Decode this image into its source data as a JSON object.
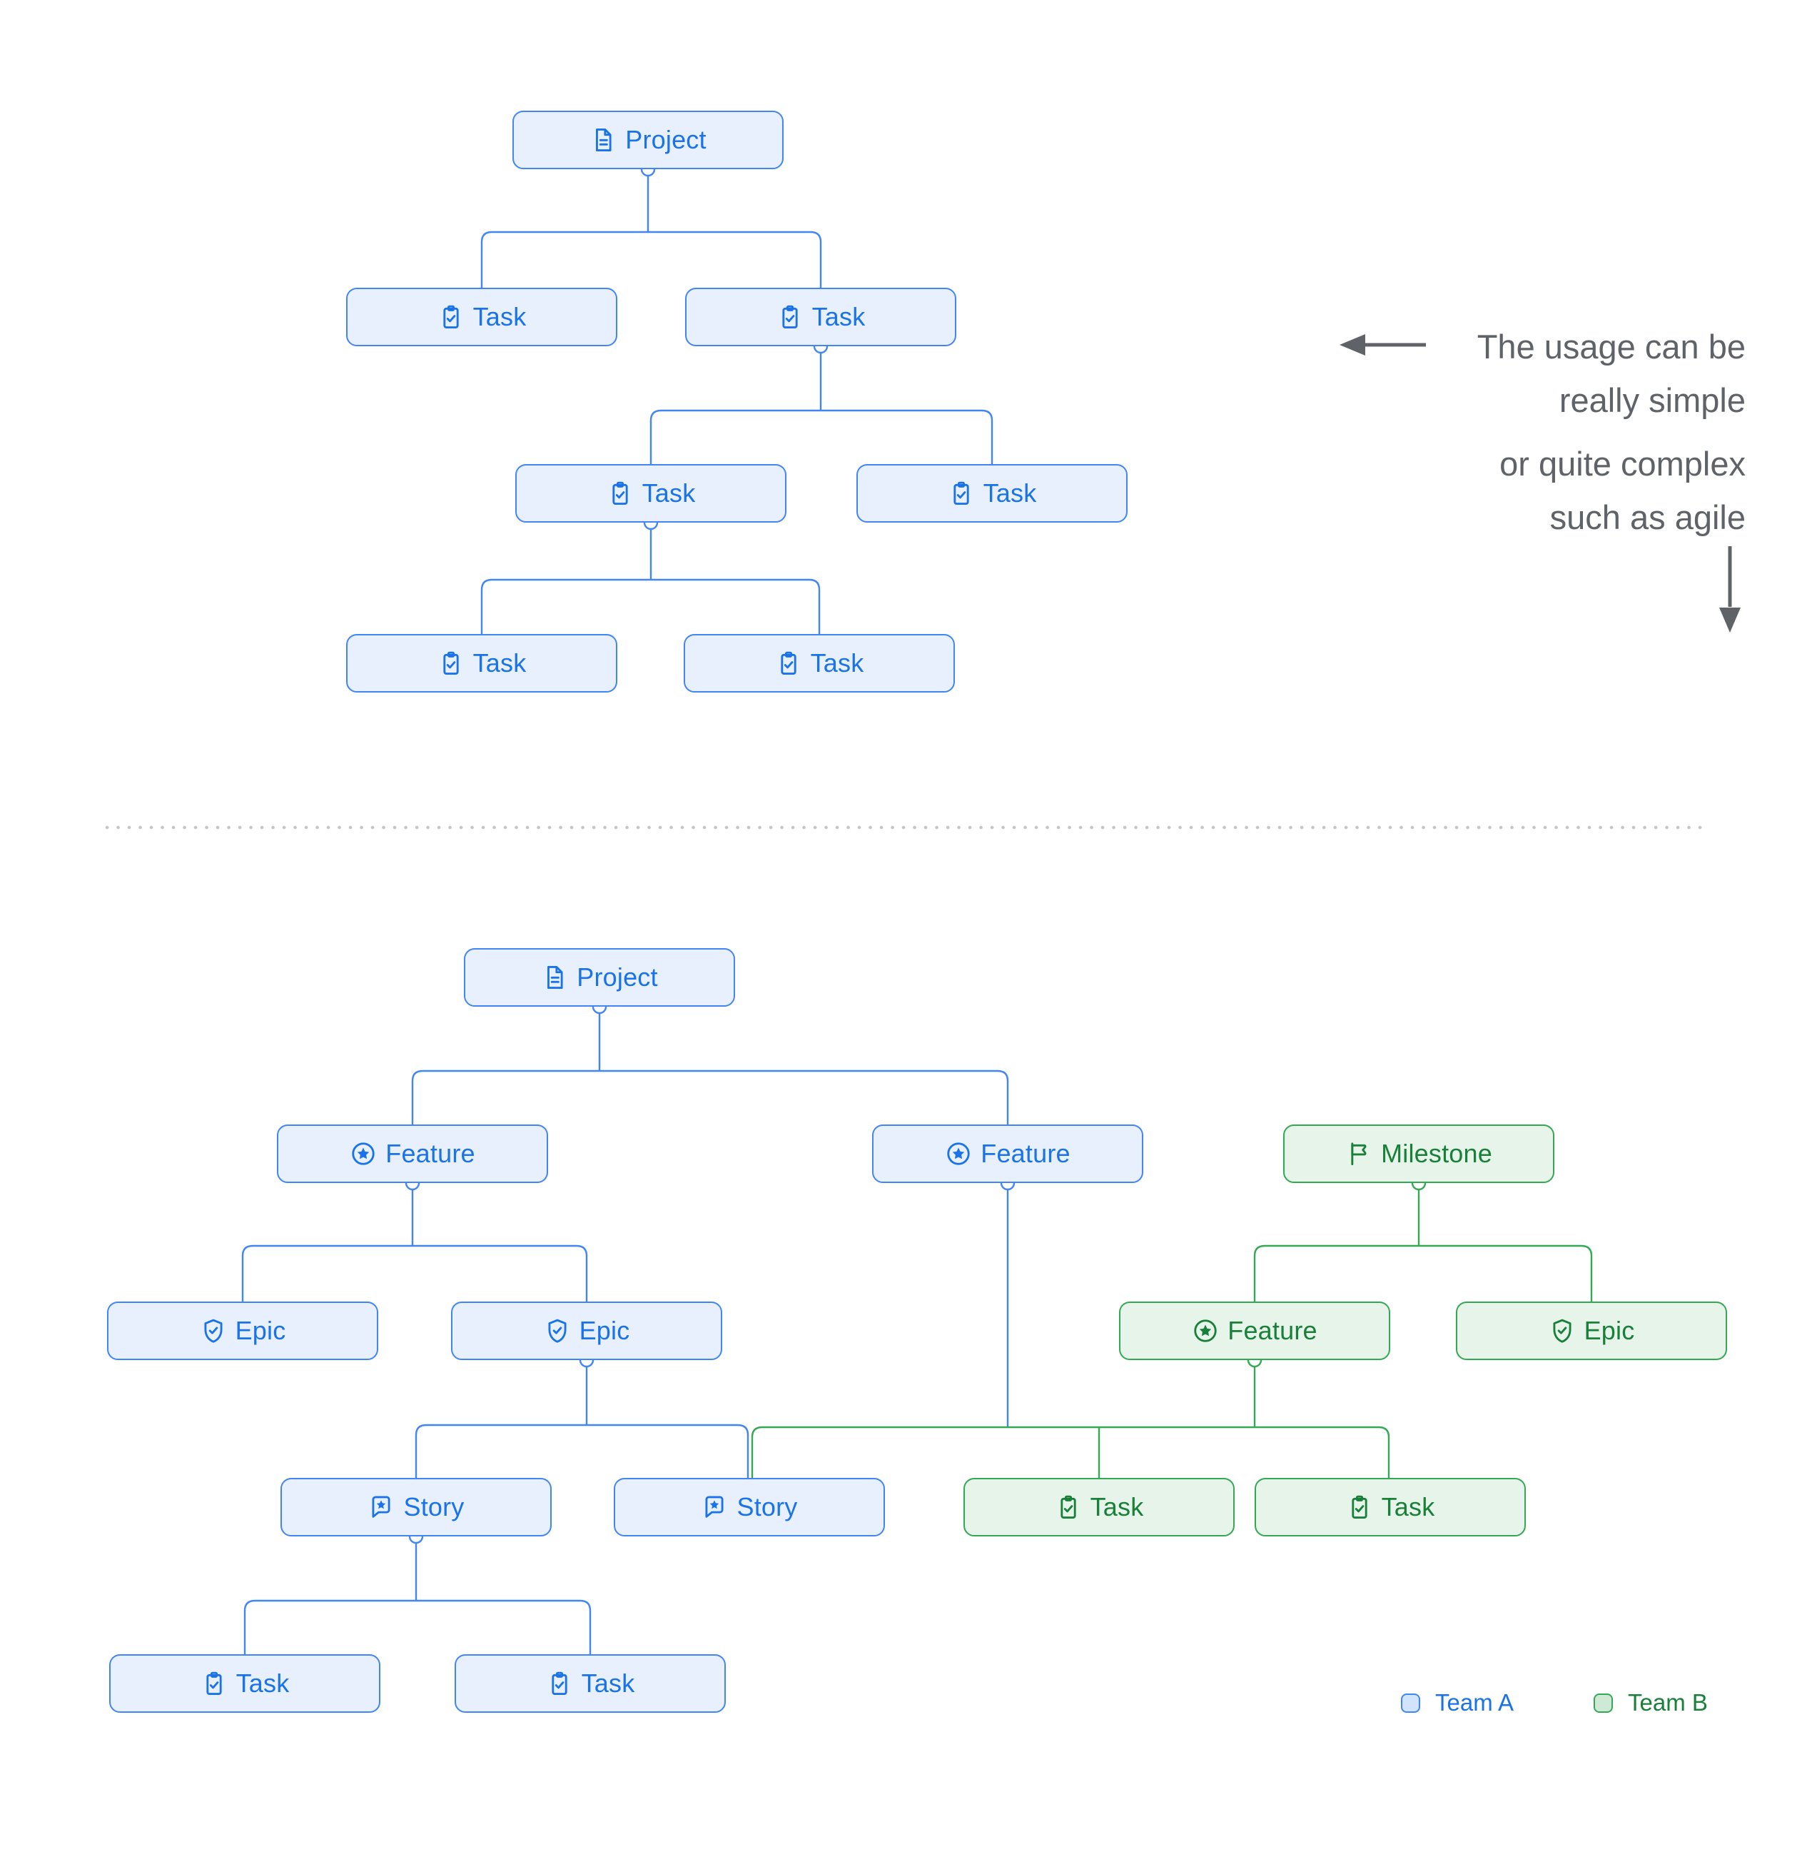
{
  "annotation": {
    "para1_line1": "The usage can be",
    "para1_line2": "really simple",
    "para2_line1": "or quite complex",
    "para2_line2": "such as agile"
  },
  "legend": {
    "team_a_label": "Team A",
    "team_b_label": "Team B"
  },
  "colors": {
    "team_a_border": "#4285F4",
    "team_a_fill": "#E8F0FE",
    "team_a_text": "#1A73E8",
    "team_b_border": "#34A853",
    "team_b_fill": "#E6F4EA",
    "team_b_text": "#188038",
    "annotation_text": "#5F6368",
    "divider_dots": "#C4C7CA",
    "legend_a_swatch": "#D2E3FC",
    "legend_b_swatch": "#CEEAD6"
  },
  "simple_tree": {
    "nodes": [
      {
        "label": "Project",
        "icon": "document-icon",
        "team": "A"
      },
      {
        "label": "Task",
        "icon": "task-check-icon",
        "team": "A"
      },
      {
        "label": "Task",
        "icon": "task-check-icon",
        "team": "A"
      },
      {
        "label": "Task",
        "icon": "task-check-icon",
        "team": "A"
      },
      {
        "label": "Task",
        "icon": "task-check-icon",
        "team": "A"
      },
      {
        "label": "Task",
        "icon": "task-check-icon",
        "team": "A"
      },
      {
        "label": "Task",
        "icon": "task-check-icon",
        "team": "A"
      }
    ]
  },
  "complex_tree": {
    "nodes": [
      {
        "label": "Project",
        "icon": "document-icon",
        "team": "A"
      },
      {
        "label": "Feature",
        "icon": "star-circle-icon",
        "team": "A"
      },
      {
        "label": "Feature",
        "icon": "star-circle-icon",
        "team": "A"
      },
      {
        "label": "Milestone",
        "icon": "flag-icon",
        "team": "B"
      },
      {
        "label": "Epic",
        "icon": "shield-check-icon",
        "team": "A"
      },
      {
        "label": "Epic",
        "icon": "shield-check-icon",
        "team": "A"
      },
      {
        "label": "Feature",
        "icon": "star-circle-icon",
        "team": "B"
      },
      {
        "label": "Epic",
        "icon": "shield-check-icon",
        "team": "B"
      },
      {
        "label": "Story",
        "icon": "story-bubble-icon",
        "team": "A"
      },
      {
        "label": "Story",
        "icon": "story-bubble-icon",
        "team": "A"
      },
      {
        "label": "Task",
        "icon": "task-check-icon",
        "team": "B"
      },
      {
        "label": "Task",
        "icon": "task-check-icon",
        "team": "B"
      },
      {
        "label": "Task",
        "icon": "task-check-icon",
        "team": "A"
      },
      {
        "label": "Task",
        "icon": "task-check-icon",
        "team": "A"
      }
    ]
  }
}
